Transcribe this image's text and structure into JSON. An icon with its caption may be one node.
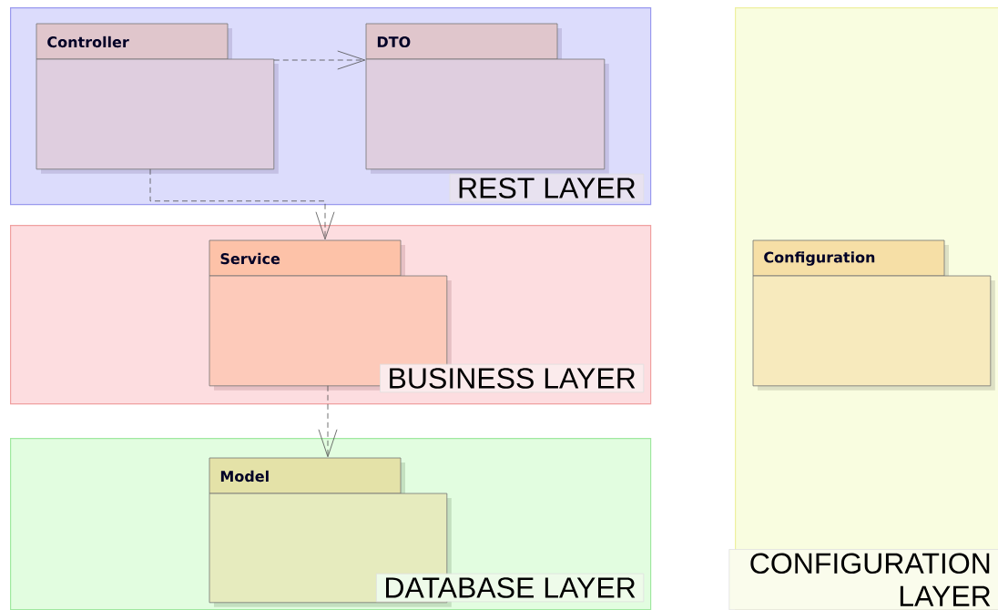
{
  "diagram": {
    "nodes": [
      {
        "text": [
          "REST LAYER"
        ]
      },
      {
        "text": [
          "Controller"
        ],
        "in": 0
      },
      {
        "text": [
          "DTO"
        ],
        "in": 0
      },
      {
        "text": [
          "BUSINESS LAYER"
        ]
      },
      {
        "text": [
          "Service"
        ],
        "in": 3
      },
      {
        "text": [
          "DATABASE LAYER"
        ]
      },
      {
        "text": [
          "Model"
        ],
        "in": 5
      },
      {
        "text": [
          "CONFIGURATION LAYER"
        ]
      },
      {
        "text": [
          "Configuration"
        ],
        "in": 7
      }
    ],
    "edges": [
      {
        "from": 1,
        "to": 2,
        "arrow": "to",
        "style": "dashed"
      },
      {
        "from": 1,
        "to": 4,
        "arrow": "to",
        "style": "dashed"
      },
      {
        "from": 4,
        "to": 6,
        "arrow": "to",
        "style": "dashed"
      }
    ]
  }
}
